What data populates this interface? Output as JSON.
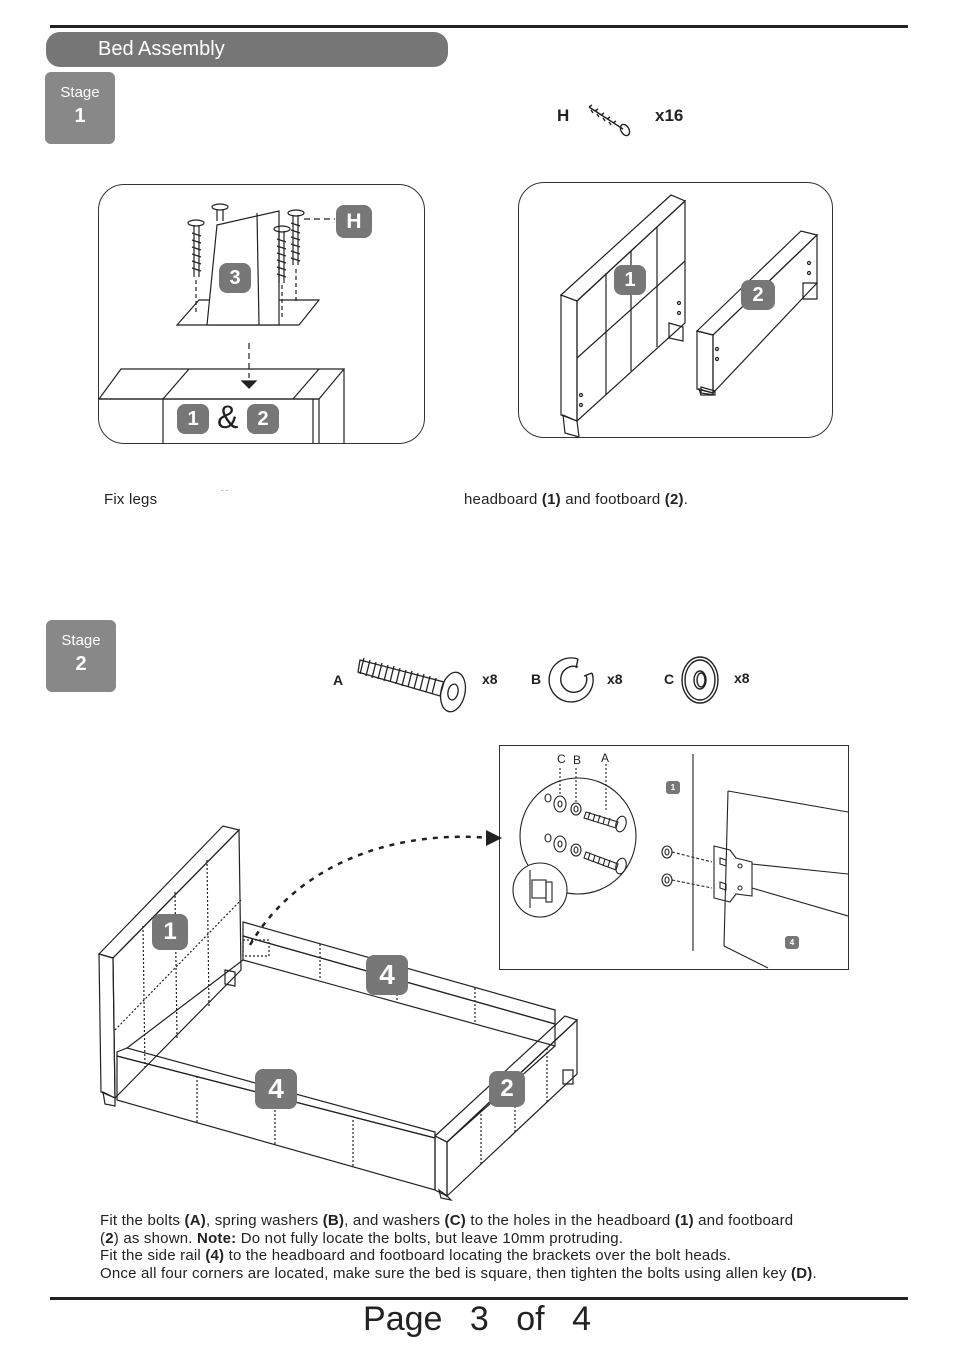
{
  "header": {
    "title": "Bed Assembly"
  },
  "stage1": {
    "label": "Stage",
    "number": "1",
    "hardware": {
      "code": "H",
      "qty": "x16"
    },
    "panel_left": {
      "leg_badge": "3",
      "screw_badge": "H",
      "rail_badge_a": "1",
      "amp": "&",
      "rail_badge_b": "2"
    },
    "panel_right": {
      "headboard_badge": "1",
      "footboard_badge": "2"
    },
    "caption_left": "Fix legs",
    "caption_mark": ". .",
    "caption_right": {
      "t1": "headboard ",
      "b1": "(1)",
      "t2": " and footboard ",
      "b2": "(2)",
      "t3": "."
    }
  },
  "stage2": {
    "label": "Stage",
    "number": "2",
    "hardware": [
      {
        "code": "A",
        "qty": "x8"
      },
      {
        "code": "B",
        "qty": "x8"
      },
      {
        "code": "C",
        "qty": "x8"
      }
    ],
    "detail": {
      "c": "C",
      "b": "B",
      "a": "A",
      "headboard_badge": "1",
      "rail_badge": "4"
    },
    "main": {
      "headboard_badge": "1",
      "rail_badge_back": "4",
      "rail_badge_front": "4",
      "footboard_badge": "2"
    },
    "instructions": {
      "l1": {
        "t1": "Fit the bolts ",
        "b1": "(A)",
        "t2": ", spring washers ",
        "b2": "(B)",
        "t3": ", and washers ",
        "b3": "(C)",
        "t4": " to the holes in the headboard ",
        "b4": "(1)",
        "t5": " and footboard"
      },
      "l2": {
        "t1": "(",
        "b1": "2",
        "t2": ") as shown. ",
        "b2": "Note:",
        "t3": " Do not fully locate the bolts, but leave 10mm protruding."
      },
      "l3": {
        "t1": "Fit the side rail ",
        "b1": "(4)",
        "t2": " to the headboard and footboard locating the brackets over the bolt heads."
      },
      "l4": {
        "t1": "Once all four corners are located, make sure the bed is square, then tighten the bolts using allen key ",
        "b1": "(D)",
        "t2": "."
      }
    }
  },
  "footer": {
    "page_word": "Page",
    "page": "3",
    "of_word": "of",
    "total": "4"
  }
}
